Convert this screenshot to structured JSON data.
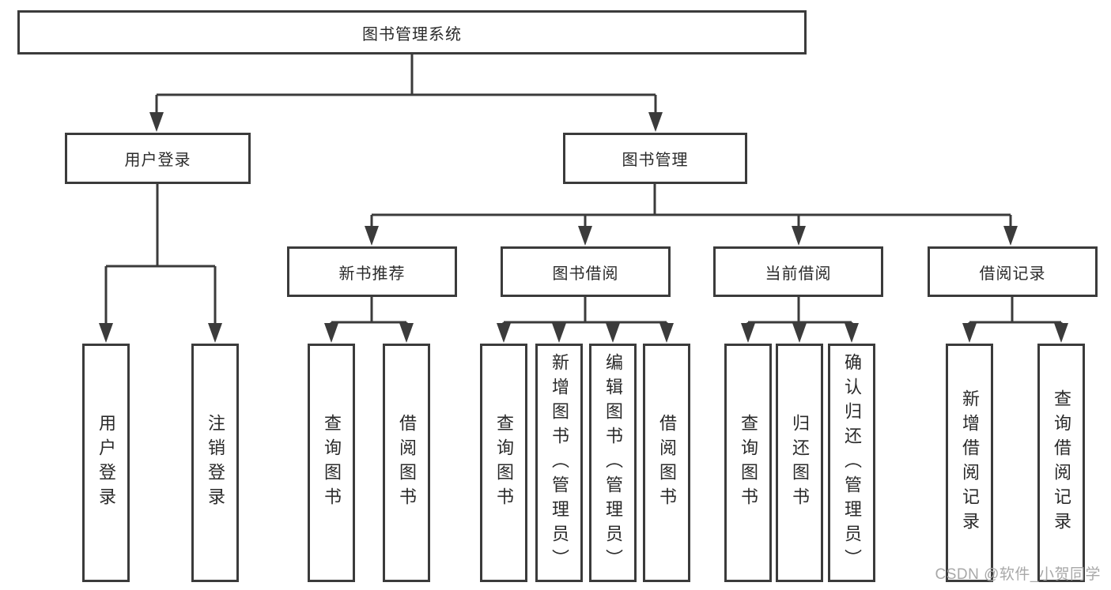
{
  "diagram": {
    "root": {
      "label": "图书管理系统"
    },
    "user_login": {
      "label": "用户登录",
      "children": [
        {
          "label": "用户登录"
        },
        {
          "label": "注销登录"
        }
      ]
    },
    "book_mgmt": {
      "label": "图书管理",
      "groups": [
        {
          "label": "新书推荐",
          "children": [
            {
              "label": "查询图书"
            },
            {
              "label": "借阅图书"
            }
          ]
        },
        {
          "label": "图书借阅",
          "children": [
            {
              "label": "查询图书"
            },
            {
              "label": "新增图书（管理员）"
            },
            {
              "label": "编辑图书（管理员）"
            },
            {
              "label": "借阅图书"
            }
          ]
        },
        {
          "label": "当前借阅",
          "children": [
            {
              "label": "查询图书"
            },
            {
              "label": "归还图书"
            },
            {
              "label": "确认归还（管理员）"
            }
          ]
        },
        {
          "label": "借阅记录",
          "children": [
            {
              "label": "新增借阅记录"
            },
            {
              "label": "查询借阅记录"
            }
          ]
        }
      ]
    }
  },
  "watermark": {
    "text": "CSDN @软件_小贺同学"
  },
  "colors": {
    "line": "#3b3b3b",
    "box_border": "#3b3b3b",
    "box_fill": "#ffffff",
    "text": "#2a2a2a",
    "watermark": "#a8a8a8",
    "background": "#ffffff"
  }
}
